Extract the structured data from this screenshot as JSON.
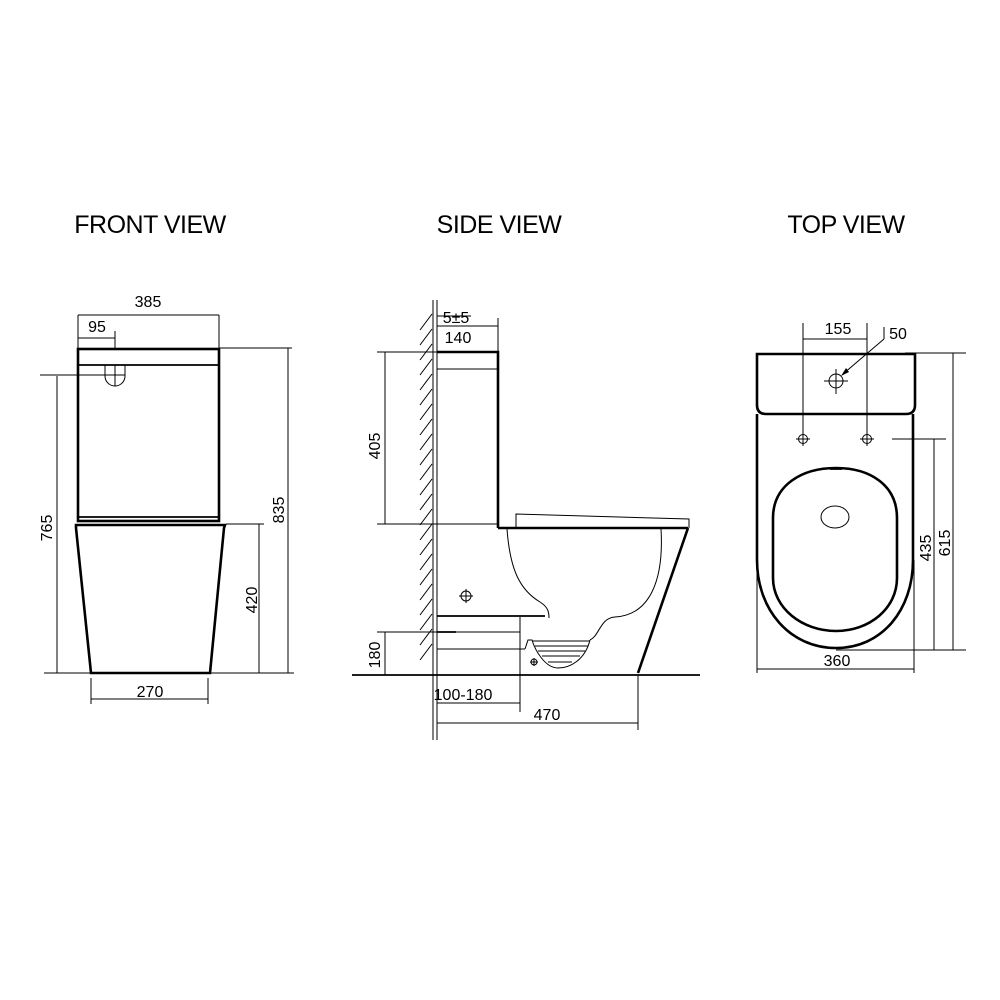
{
  "titles": {
    "front": "FRONT VIEW",
    "side": "SIDE VIEW",
    "top": "TOP VIEW"
  },
  "front_view": {
    "total_width": "385",
    "flush_button_offset": "95",
    "height_to_inlet": "765",
    "total_height": "835",
    "bowl_height": "420",
    "base_width": "270"
  },
  "side_view": {
    "wall_gap": "5±5",
    "tank_depth": "140",
    "tank_height": "405",
    "outlet_height": "180",
    "outlet_range": "100-180",
    "total_depth": "470"
  },
  "top_view": {
    "hole_spacing": "155",
    "hole_diameter": "50",
    "seat_depth": "435",
    "total_depth": "615",
    "width": "360"
  }
}
